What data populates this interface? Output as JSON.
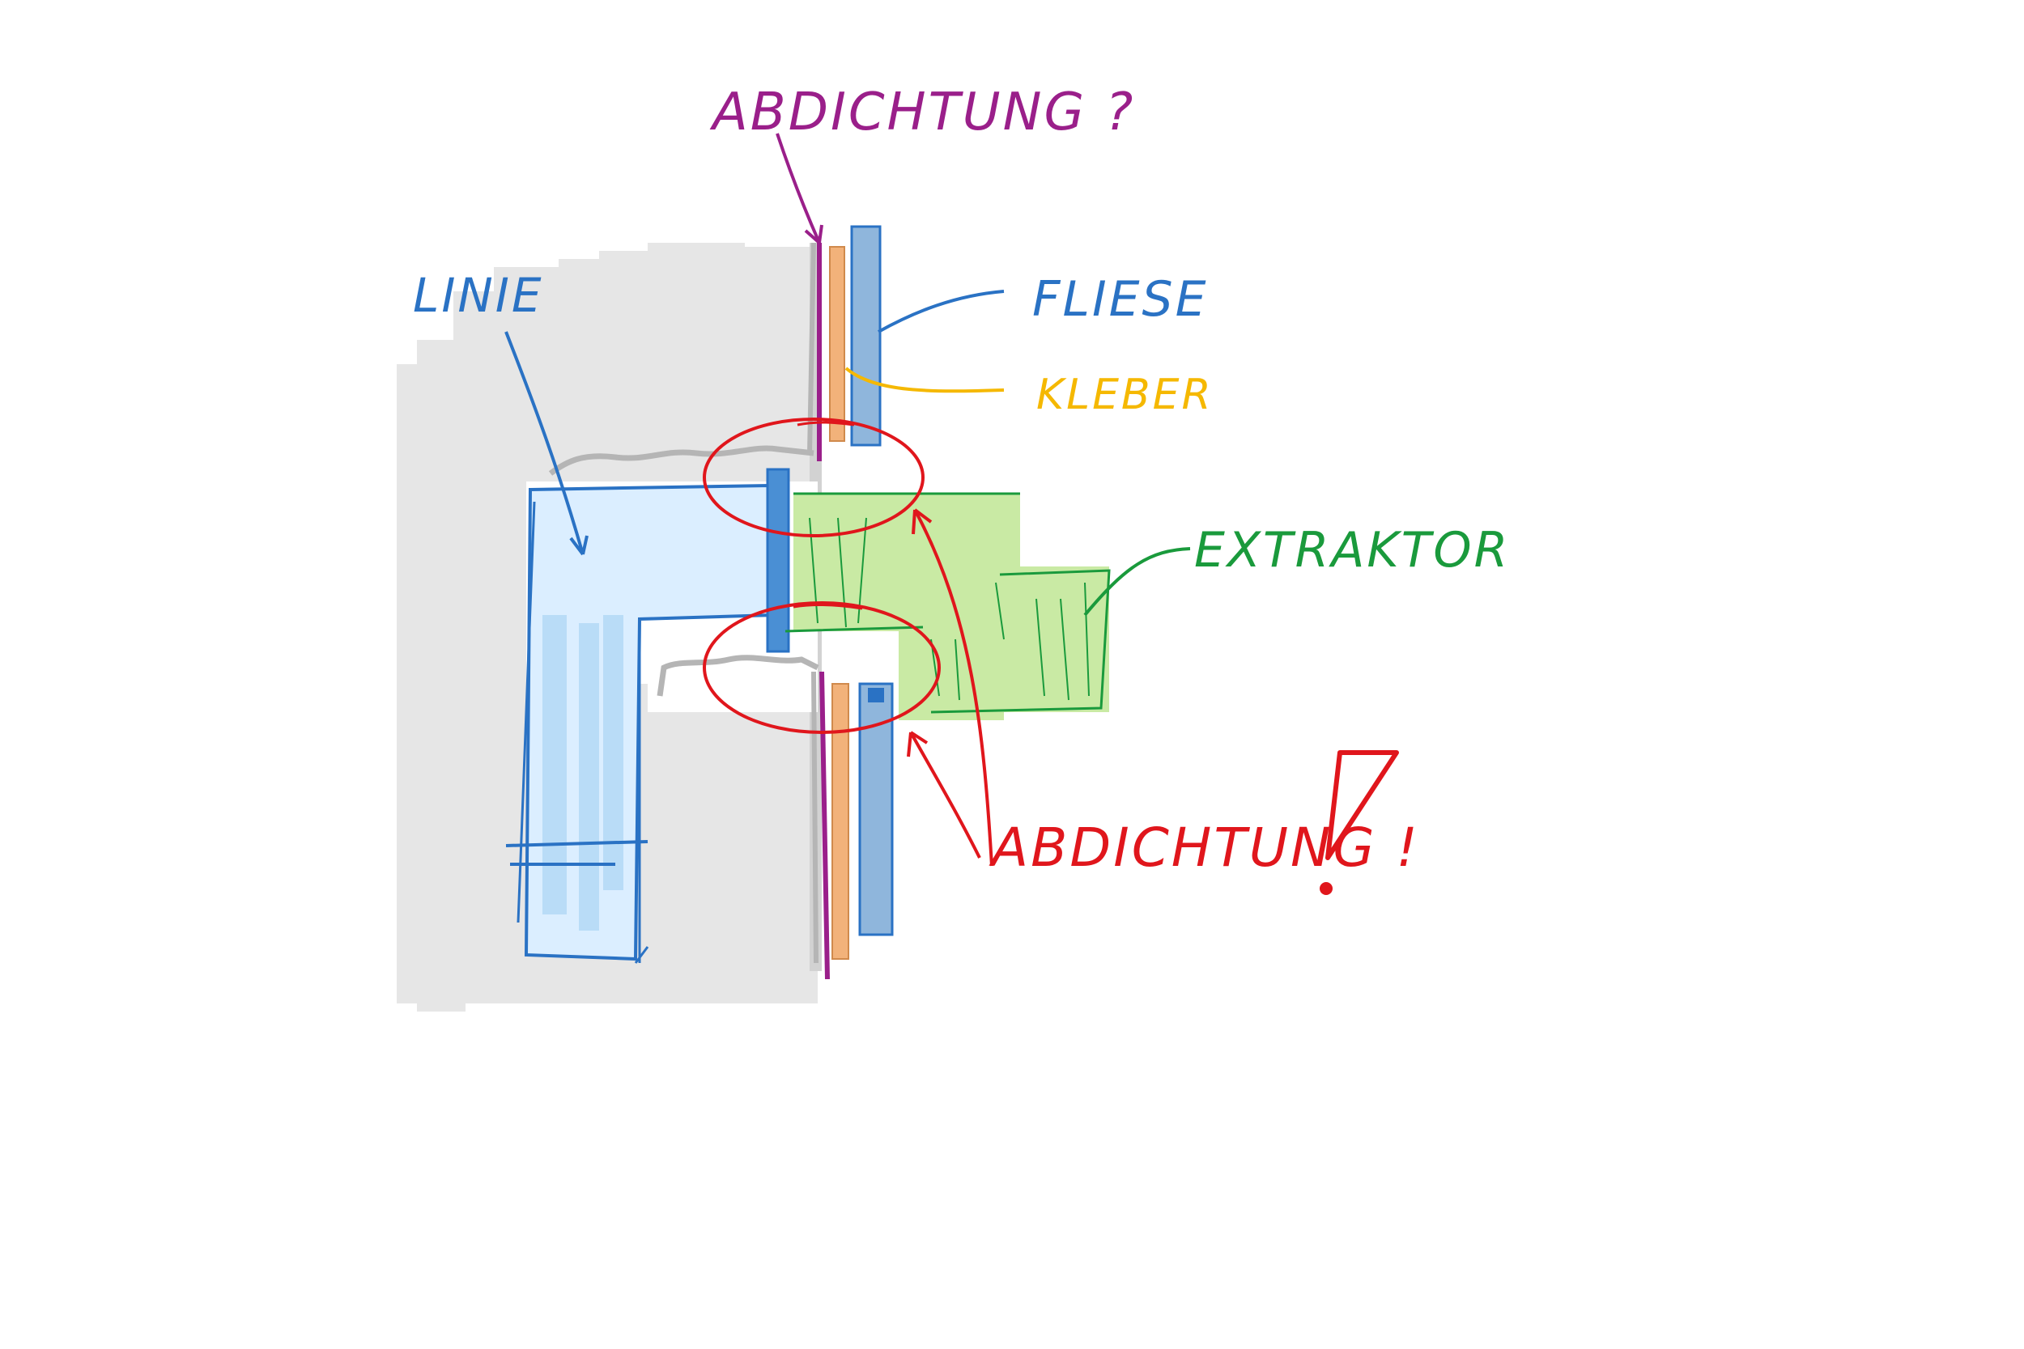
{
  "labels": {
    "top_question": "ABDICHTUNG ?",
    "line_label": "LINIE",
    "tile_label": "FLIESE",
    "adhesive_label": "KLEBER",
    "extractor_label": "EXTRAKTOR",
    "warning_label": "ABDICHTUNG !"
  },
  "colors": {
    "wall_gray": "#e6e6e6",
    "wall_outline": "#b5b5b5",
    "pipe_fill": "#dbeeff",
    "pipe_stroke": "#2a72c4",
    "tile_fill": "#8fb6dc",
    "tile_stroke": "#2a72c4",
    "adhesive_fill": "#f2b27a",
    "adhesive_text": "#f5b800",
    "membrane": "#9a1f8a",
    "extractor_fill": "#c9eaa4",
    "extractor_stroke": "#1a9a3c",
    "warning": "#e0161c",
    "question_text": "#9a1f8a"
  }
}
